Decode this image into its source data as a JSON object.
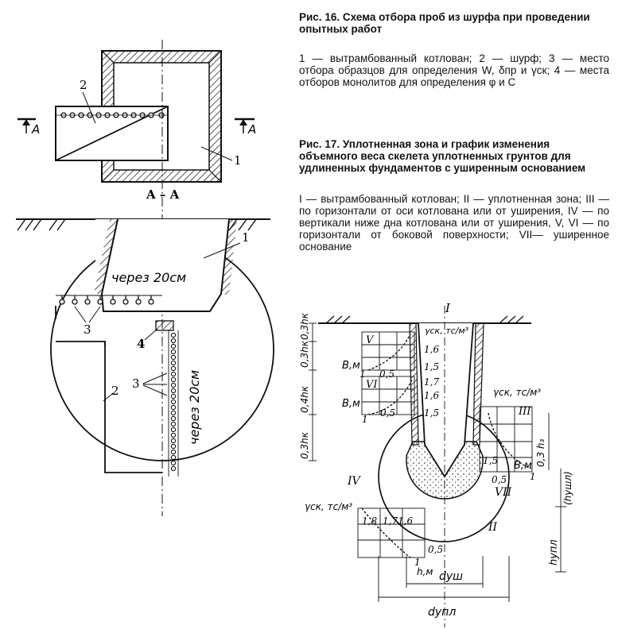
{
  "fig16": {
    "title": "Рис. 16. Схема отбора проб из шурфа при проведении опытных работ",
    "legend": "1 — вытрамбованный котлован; 2 — шурф; 3 — место отбора образцов для определения W, δпр и γск; 4 — места отборов монолитов для определения φ и C",
    "plan_labels": {
      "section_left": "A",
      "section_right": "A",
      "n1": "1",
      "n2": "2"
    },
    "section_title": "A – A",
    "section_labels": {
      "n1": "1",
      "n2": "2",
      "n3a": "3",
      "n3b": "3",
      "n4": "4",
      "spacing_h": "через 20см",
      "spacing_v": "через 20см"
    }
  },
  "fig17": {
    "title": "Рис. 17. Уплотненная зона и график изменения объемного веса скелета уплотненных грунтов для удлиненных фундаментов с уширенным основанием",
    "legend": "I — вытрамбованный котлован; II — уплотненная зона; III — по горизонтали от оси котлована или от уширения, IV — по вертикали ниже дна котлована или от уширения, V, VI — по горизонтали от боковой поверхности; VII— уширенное основание",
    "roman": {
      "I": "I",
      "II": "II",
      "III": "III",
      "IV": "IV",
      "V": "V",
      "VI": "VI",
      "VII": "VII"
    },
    "units": {
      "gamma_top": "γск, тс/м³",
      "gamma_right": "γск, тс/м³",
      "gamma_left": "γск, тс/м³",
      "bm1": "В,м",
      "bm2": "В,м",
      "bm3": "В,м",
      "hm": "h,м"
    },
    "dims": {
      "d1": "0,3hк",
      "d2": "0,3hк",
      "d3": "0,4hк",
      "d4": "0,3hк",
      "h3": "0,3 h₃",
      "hupl": "hупл",
      "hushl": "(hушл)",
      "dush": "dуш",
      "dupl": "dупл"
    },
    "ticks": {
      "t16a": "1,6",
      "t15a": "1,5",
      "t17": "1,7",
      "t16b": "1,6",
      "t15b": "1,5",
      "t1a": "1",
      "t05a": "0,5",
      "t1b": "1",
      "t05b": "0,5",
      "t15r": "1,5",
      "t05r": "0,5",
      "t1r": "1",
      "t18": "1,8",
      "t1716": "1,71,6",
      "t05l": "0,5",
      "t1l": "1"
    }
  }
}
